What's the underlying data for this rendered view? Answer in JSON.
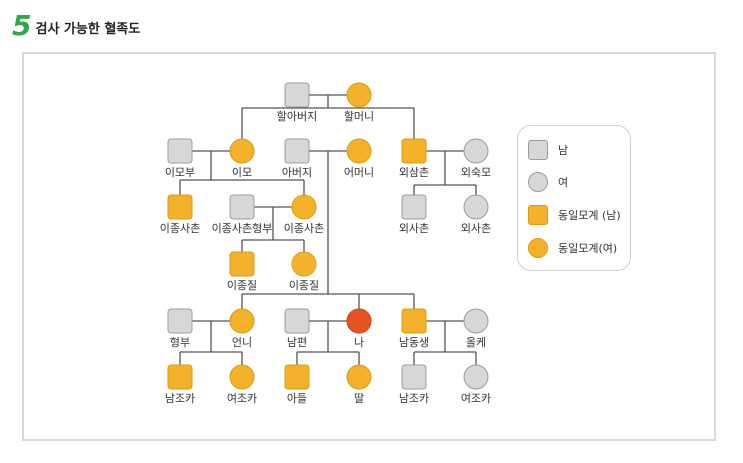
{
  "header": {
    "step_number": "5",
    "title": "검사 가능한 혈족도"
  },
  "colors": {
    "male_fill": "#d6d7d8",
    "male_stroke": "#9a9c9e",
    "female_fill": "#d6d7d8",
    "relative_fill": "#f3b229",
    "relative_stroke": "#dd9a14",
    "self_fill": "#e5541f",
    "self_stroke": "#c8431a",
    "line": "#555555"
  },
  "nodes": [
    {
      "id": "grandfather",
      "label": "할아버지",
      "shape": "square",
      "kind": "normal"
    },
    {
      "id": "grandmother",
      "label": "할머니",
      "shape": "circle",
      "kind": "relative"
    },
    {
      "id": "maternal-uncle-in-law",
      "label": "이모부",
      "shape": "square",
      "kind": "normal"
    },
    {
      "id": "maternal-aunt",
      "label": "이모",
      "shape": "circle",
      "kind": "relative"
    },
    {
      "id": "father",
      "label": "아버지",
      "shape": "square",
      "kind": "normal"
    },
    {
      "id": "mother",
      "label": "어머니",
      "shape": "circle",
      "kind": "relative"
    },
    {
      "id": "maternal-uncle",
      "label": "외삼촌",
      "shape": "square",
      "kind": "relative"
    },
    {
      "id": "maternal-uncle-wife",
      "label": "외숙모",
      "shape": "circle",
      "kind": "normal"
    },
    {
      "id": "cousin-male",
      "label": "이종사촌",
      "shape": "square",
      "kind": "relative"
    },
    {
      "id": "cousin-brother-in-law",
      "label": "이종사촌형부",
      "shape": "square",
      "kind": "normal"
    },
    {
      "id": "cousin-female",
      "label": "이종사촌",
      "shape": "circle",
      "kind": "relative"
    },
    {
      "id": "outer-cousin-male",
      "label": "외사촌",
      "shape": "square",
      "kind": "normal"
    },
    {
      "id": "outer-cousin-female",
      "label": "외사촌",
      "shape": "circle",
      "kind": "normal"
    },
    {
      "id": "cousin-nephew",
      "label": "이종질",
      "shape": "square",
      "kind": "relative"
    },
    {
      "id": "cousin-niece",
      "label": "이종질",
      "shape": "circle",
      "kind": "relative"
    },
    {
      "id": "brother-in-law",
      "label": "형부",
      "shape": "square",
      "kind": "normal"
    },
    {
      "id": "elder-sister",
      "label": "언니",
      "shape": "circle",
      "kind": "relative"
    },
    {
      "id": "husband",
      "label": "남편",
      "shape": "square",
      "kind": "normal"
    },
    {
      "id": "self",
      "label": "나",
      "shape": "circle",
      "kind": "self"
    },
    {
      "id": "younger-brother",
      "label": "남동생",
      "shape": "square",
      "kind": "relative"
    },
    {
      "id": "sister-in-law",
      "label": "올케",
      "shape": "circle",
      "kind": "normal"
    },
    {
      "id": "nephew-1",
      "label": "남조카",
      "shape": "square",
      "kind": "relative"
    },
    {
      "id": "niece-1",
      "label": "여조카",
      "shape": "circle",
      "kind": "relative"
    },
    {
      "id": "son",
      "label": "아들",
      "shape": "square",
      "kind": "relative"
    },
    {
      "id": "daughter",
      "label": "딸",
      "shape": "circle",
      "kind": "relative"
    },
    {
      "id": "nephew-2",
      "label": "남조카",
      "shape": "square",
      "kind": "normal"
    },
    {
      "id": "niece-2",
      "label": "여조카",
      "shape": "circle",
      "kind": "normal"
    }
  ],
  "legend": [
    {
      "shape": "square",
      "kind": "normal",
      "label": "남"
    },
    {
      "shape": "circle",
      "kind": "normal",
      "label": "여"
    },
    {
      "shape": "square",
      "kind": "relative",
      "label": "동일모계 (남)"
    },
    {
      "shape": "circle",
      "kind": "relative",
      "label": "동일모계(여)"
    }
  ]
}
